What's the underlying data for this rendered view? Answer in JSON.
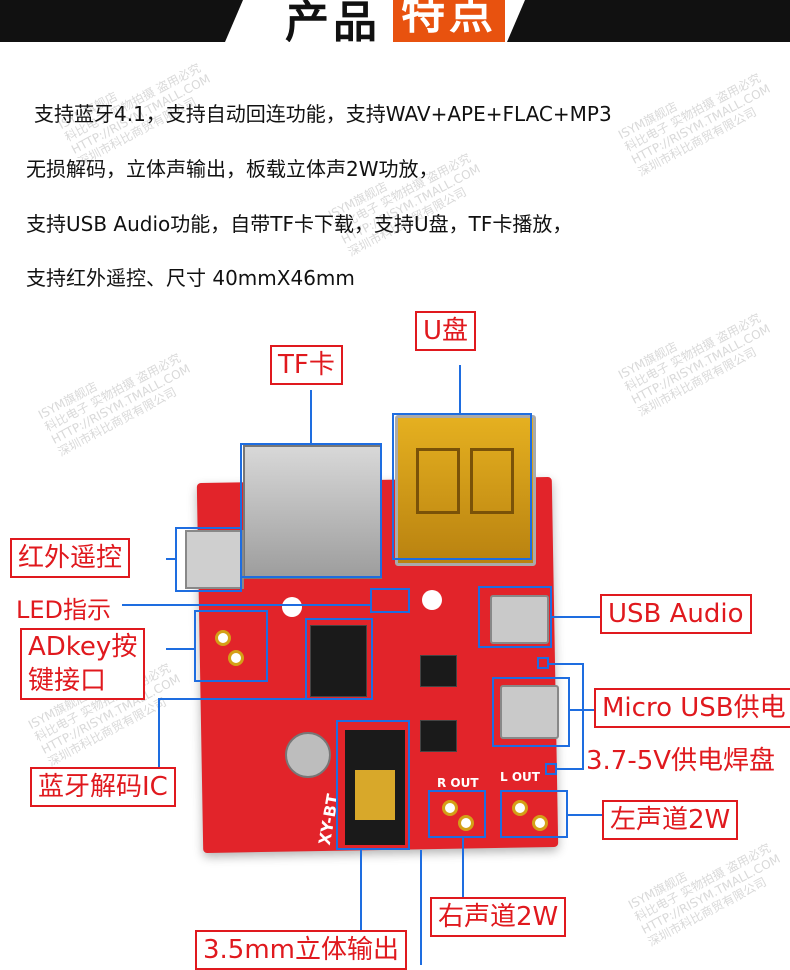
{
  "banner": {
    "title_part1": "产品",
    "title_part2": "特点"
  },
  "description_lines": [
    "支持蓝牙4.1，支持自动回连功能，支持WAV+APE+FLAC+MP3",
    "无损解码，立体声输出，板载立体声2W功放，",
    "支持USB Audio功能，自带TF卡下载，支持U盘，TF卡播放，",
    "支持红外遥控、尺寸 40mmX46mm"
  ],
  "labels": {
    "u_disk": "U盘",
    "tf_card": "TF卡",
    "ir_remote": "红外遥控",
    "led": "LED指示",
    "adkey_line1": "ADkey按",
    "adkey_line2": "键接口",
    "bt_ic": "蓝牙解码IC",
    "usb_audio": "USB Audio",
    "micro_usb": "Micro USB供电",
    "pads": "3.7-5V供电焊盘",
    "left_ch": "左声道2W",
    "right_ch": "右声道2W",
    "jack": "3.5mm立体输出"
  },
  "board_silk": {
    "model": "XY-BT",
    "r_out": "R OUT",
    "l_out": "L OUT"
  },
  "watermark": {
    "line1": "ISYM旗舰店",
    "line2": "科比电子 实物拍摄 盗用必究",
    "line3": "HTTP://RISYM.TMALL.COM",
    "line4": "深圳市科比商贸有限公司"
  },
  "colors": {
    "label_red": "#e0191e",
    "box_blue": "#1e6de0",
    "board_red": "#e2242a",
    "banner_orange": "#e8520f"
  }
}
